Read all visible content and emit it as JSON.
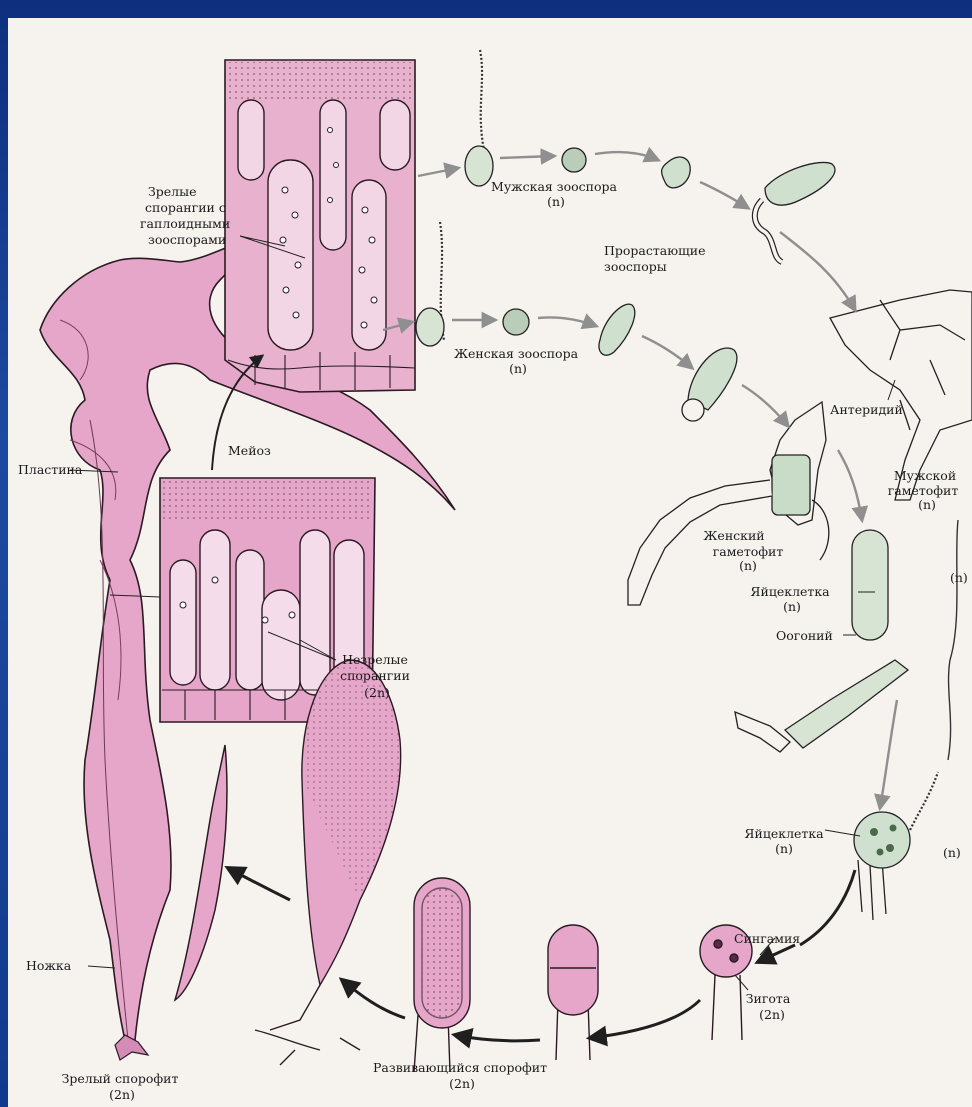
{
  "labels": {
    "mature_sporangia": [
      "Зрелые",
      "спорангии с",
      "гаплоидными",
      "зооспорами"
    ],
    "male_zoospore": [
      "Мужская зооспора",
      "(n)"
    ],
    "female_zoospore": [
      "Женская зооспора",
      "(n)"
    ],
    "germinating_zoospores": [
      "Прорастающие",
      "зооспоры"
    ],
    "antheridium": "Антеридий",
    "male_gametophyte": [
      "Мужской",
      "гаметофит",
      "(n)"
    ],
    "female_gametophyte": [
      "Женский",
      "гаметофит",
      "(n)"
    ],
    "egg_cell_top": [
      "Яйцеклетка",
      "(n)"
    ],
    "oogonium": "Оогоний",
    "egg_cell_bottom": [
      "Яйцеклетка",
      "(n)"
    ],
    "sperm_n": "(n)",
    "right_edge_n": "(n)",
    "syngamy": "Сингамия",
    "zygote": [
      "Зигота",
      "(2n)"
    ],
    "developing_sporophyte": [
      "Развивающийся спорофит",
      "(2n)"
    ],
    "mature_sporophyte": [
      "Зрелый спорофит",
      "(2n)"
    ],
    "meiosis": "Мейоз",
    "blade": "Пластина",
    "stipe": "Ножка",
    "immature_sporangia": [
      "Незрелые",
      "спорангии",
      "(2n)"
    ]
  },
  "colors": {
    "pink": "#e6a6c9",
    "pink_dark": "#c57fa8",
    "arrow_gray": "#8f8f8f",
    "arrow_black": "#1f1f1f",
    "frame_blue": "#143e93",
    "paper": "#f6f3ee"
  }
}
